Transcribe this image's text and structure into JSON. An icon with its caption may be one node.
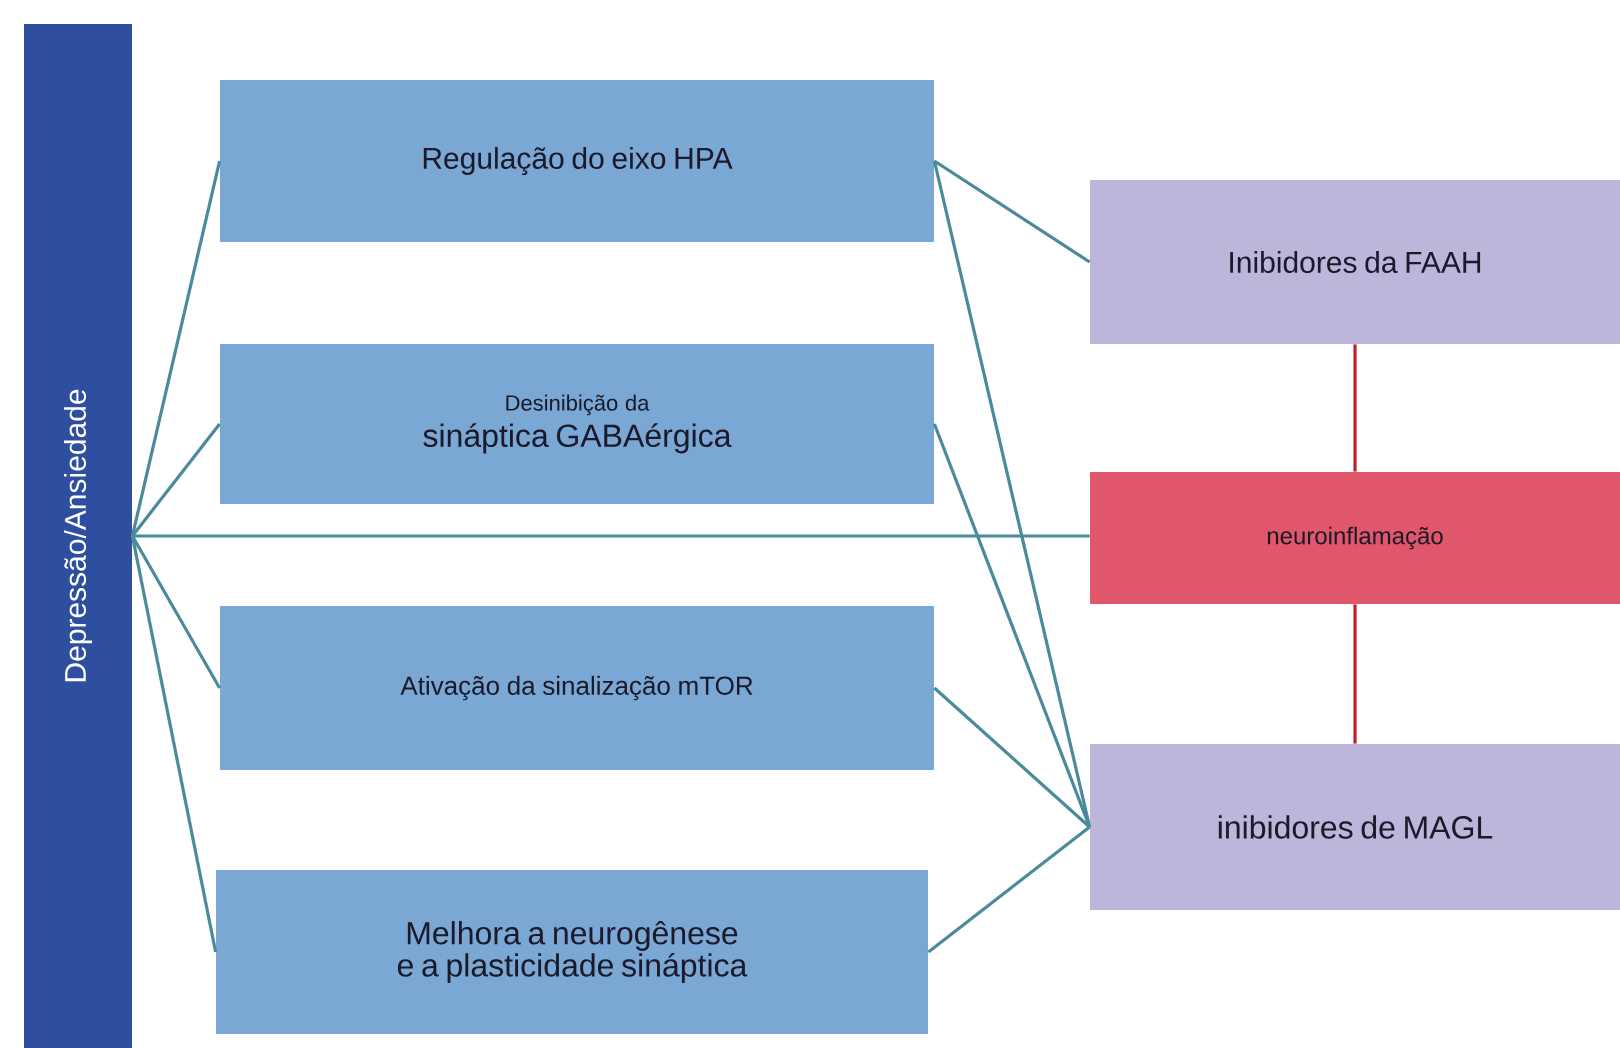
{
  "diagram": {
    "nodes": [
      {
        "text": [
          "Depressão/Ansiedade"
        ]
      },
      {
        "text": [
          "Regulação do eixo HPA"
        ]
      },
      {
        "text": [
          "Desinibição da",
          "sináptica GABAérgica"
        ]
      },
      {
        "text": [
          "Ativação da sinalização mTOR"
        ]
      },
      {
        "text": [
          "Melhora a neurogênese e a plasticidade sináptica"
        ]
      },
      {
        "text": [
          "Inibidores da FAAH"
        ]
      },
      {
        "text": [
          "neuroinflamação"
        ]
      },
      {
        "text": [
          "inibidores de MAGL"
        ]
      }
    ],
    "edges": [
      {
        "from": 0,
        "to": 1,
        "arrow": "none"
      },
      {
        "from": 0,
        "to": 2,
        "arrow": "none"
      },
      {
        "from": 0,
        "to": 6,
        "arrow": "none"
      },
      {
        "from": 0,
        "to": 3,
        "arrow": "none"
      },
      {
        "from": 0,
        "to": 4,
        "arrow": "none"
      },
      {
        "from": 1,
        "to": 5,
        "arrow": "none"
      },
      {
        "from": 1,
        "to": 7,
        "arrow": "none"
      },
      {
        "from": 2,
        "to": 7,
        "arrow": "none"
      },
      {
        "from": 3,
        "to": 7,
        "arrow": "none"
      },
      {
        "from": 4,
        "to": 7,
        "arrow": "none"
      },
      {
        "from": 5,
        "to": 6,
        "arrow": "none",
        "color": "#c0202a"
      },
      {
        "from": 6,
        "to": 7,
        "arrow": "none",
        "color": "#c0202a"
      }
    ]
  }
}
